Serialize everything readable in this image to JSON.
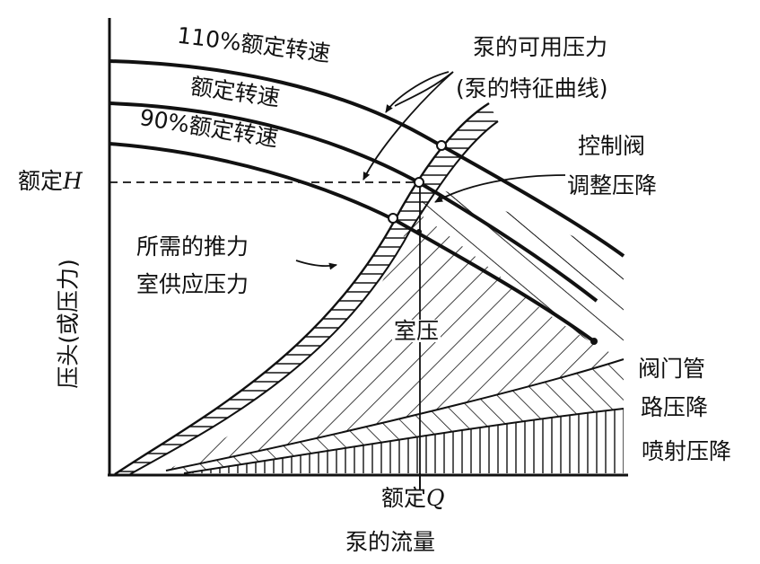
{
  "labels": {
    "curve_110": "110%额定转速",
    "curve_100": "额定转速",
    "curve_90": "90%额定转速",
    "pump_available_1": "泵的可用压力",
    "pump_available_2": "(泵的特征曲线)",
    "control_valve_1": "控制阀",
    "control_valve_2": "调整压降",
    "rated_h_text": "额定",
    "rated_h_var": "H",
    "required_1": "所需的推力",
    "required_2": "室供应压力",
    "chamber": "室压",
    "valve_pipe_1": "阀门管",
    "valve_pipe_2": "路压降",
    "injection": "喷射压降",
    "rated_q_text": "额定",
    "rated_q_var": "Q",
    "y_axis": "压头(或压力)",
    "x_axis": "泵的流量"
  },
  "colors": {
    "ink": "#111111",
    "background": "#ffffff"
  }
}
